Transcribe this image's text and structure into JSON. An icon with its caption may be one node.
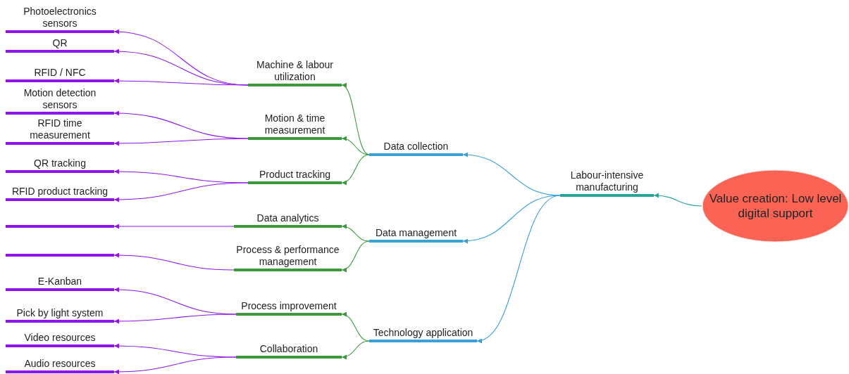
{
  "diagram": {
    "nodes": [
      {
        "text": [
          "Value creation: Low level digital support"
        ]
      },
      {
        "text": [
          "Labour-intensive manufacturing"
        ]
      },
      {
        "text": [
          "Data collection"
        ]
      },
      {
        "text": [
          "Data management"
        ]
      },
      {
        "text": [
          "Technology application"
        ]
      },
      {
        "text": [
          "Machine & labour utilization"
        ]
      },
      {
        "text": [
          "Motion & time measurement"
        ]
      },
      {
        "text": [
          "Product tracking"
        ]
      },
      {
        "text": [
          "Data analytics"
        ]
      },
      {
        "text": [
          "Process & performance management"
        ]
      },
      {
        "text": [
          "Process improvement"
        ]
      },
      {
        "text": [
          "Collaboration"
        ]
      },
      {
        "text": [
          "Photoelectronics sensors"
        ]
      },
      {
        "text": [
          "QR"
        ]
      },
      {
        "text": [
          "RFID / NFC"
        ]
      },
      {
        "text": [
          "Motion detection sensors"
        ]
      },
      {
        "text": [
          "RFID time measurement"
        ]
      },
      {
        "text": [
          "QR tracking"
        ]
      },
      {
        "text": [
          "RFID product tracking"
        ]
      },
      {
        "text": [],
        "shape": "bar"
      },
      {
        "text": [],
        "shape": "bar"
      },
      {
        "text": [
          "E-Kanban"
        ]
      },
      {
        "text": [
          "Pick by light system"
        ]
      },
      {
        "text": [
          "Video resources"
        ]
      },
      {
        "text": [
          "Audio resources"
        ]
      }
    ],
    "edges": [
      {
        "from": 0,
        "to": 1,
        "arrow": "to",
        "color": "#26a69a"
      },
      {
        "from": 1,
        "to": 2,
        "arrow": "to",
        "color": "#3aa0d8"
      },
      {
        "from": 1,
        "to": 3,
        "arrow": "to",
        "color": "#3aa0d8"
      },
      {
        "from": 1,
        "to": 4,
        "arrow": "to",
        "color": "#3aa0d8"
      },
      {
        "from": 2,
        "to": 5,
        "arrow": "to",
        "color": "#3c9a3c"
      },
      {
        "from": 2,
        "to": 6,
        "arrow": "to",
        "color": "#3c9a3c"
      },
      {
        "from": 2,
        "to": 7,
        "arrow": "to",
        "color": "#3c9a3c"
      },
      {
        "from": 3,
        "to": 8,
        "arrow": "to",
        "color": "#3c9a3c"
      },
      {
        "from": 3,
        "to": 9,
        "arrow": "to",
        "color": "#3c9a3c"
      },
      {
        "from": 4,
        "to": 10,
        "arrow": "to",
        "color": "#3c9a3c"
      },
      {
        "from": 4,
        "to": 11,
        "arrow": "to",
        "color": "#3c9a3c"
      },
      {
        "from": 5,
        "to": 12,
        "arrow": "to"
      },
      {
        "from": 5,
        "to": 13,
        "arrow": "to"
      },
      {
        "from": 5,
        "to": 14,
        "arrow": "to"
      },
      {
        "from": 6,
        "to": 15,
        "arrow": "to"
      },
      {
        "from": 6,
        "to": 16,
        "arrow": "to"
      },
      {
        "from": 7,
        "to": 17,
        "arrow": "to"
      },
      {
        "from": 7,
        "to": 18,
        "arrow": "to"
      },
      {
        "from": 8,
        "to": 19,
        "arrow": "to"
      },
      {
        "from": 9,
        "to": 20,
        "arrow": "to"
      },
      {
        "from": 10,
        "to": 21,
        "arrow": "to"
      },
      {
        "from": 10,
        "to": 22,
        "arrow": "to"
      },
      {
        "from": 11,
        "to": 23,
        "arrow": "to"
      },
      {
        "from": 11,
        "to": 24,
        "arrow": "to"
      }
    ]
  }
}
